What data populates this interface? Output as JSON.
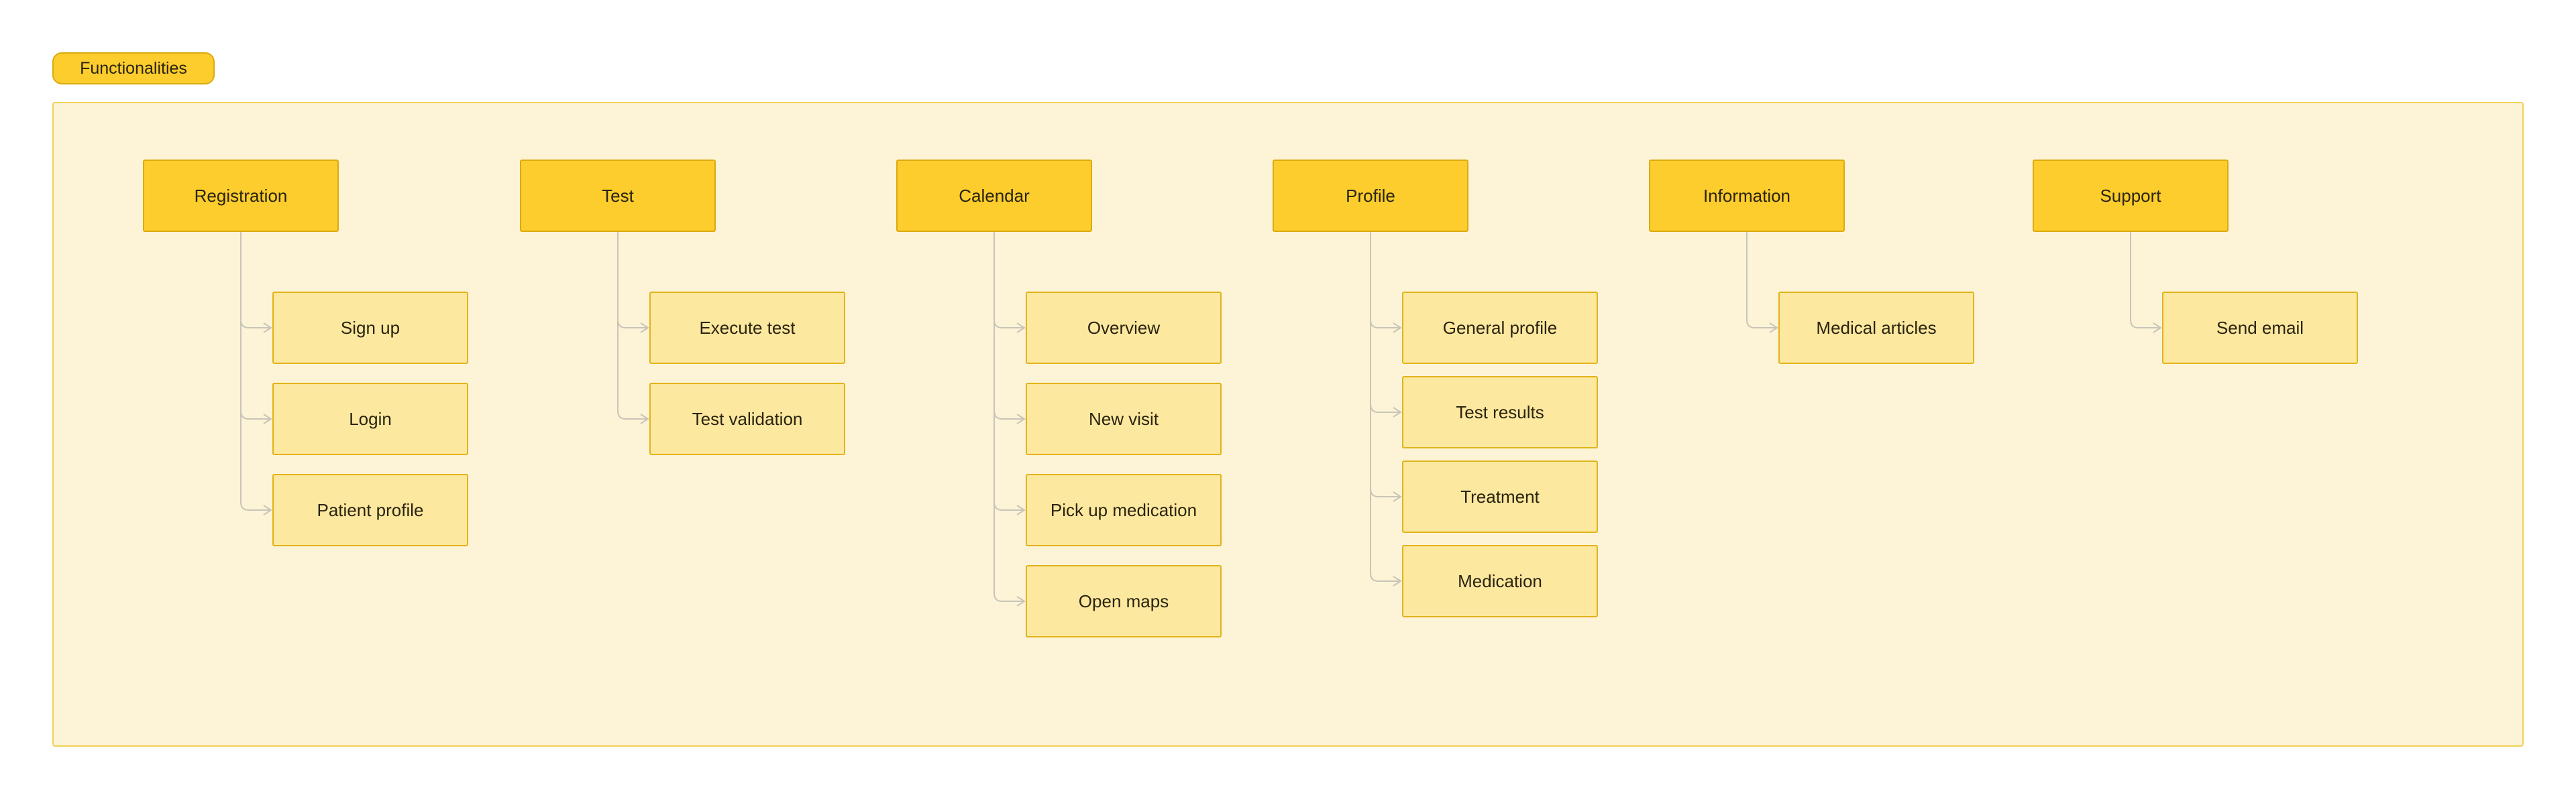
{
  "section_label": "Functionalities",
  "colors": {
    "label_fill": "#fccd2c",
    "frame_fill": "#fdf4d7",
    "parent_fill": "#fccd2c",
    "child_fill": "#fde89f",
    "connector": "#c8c4b8"
  },
  "groups": [
    {
      "title": "Registration",
      "items": [
        "Sign up",
        "Login",
        "Patient profile"
      ]
    },
    {
      "title": "Test",
      "items": [
        "Execute test",
        "Test validation"
      ]
    },
    {
      "title": "Calendar",
      "items": [
        "Overview",
        "New visit",
        "Pick up medication",
        "Open maps"
      ]
    },
    {
      "title": "Profile",
      "items": [
        "General profile",
        "Test results",
        "Treatment",
        "Medication"
      ]
    },
    {
      "title": "Information",
      "items": [
        "Medical articles"
      ]
    },
    {
      "title": "Support",
      "items": [
        "Send email"
      ]
    }
  ]
}
